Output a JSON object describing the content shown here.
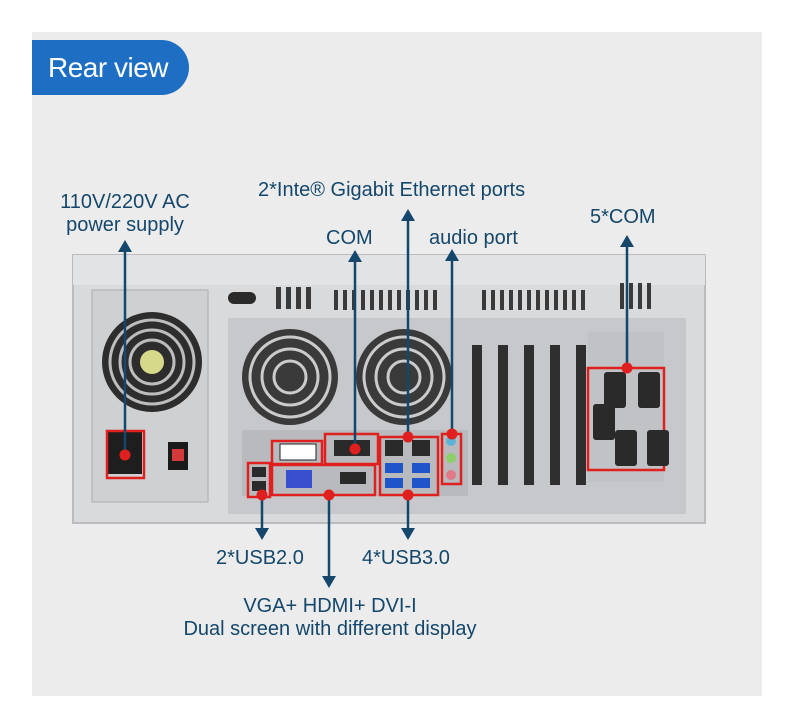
{
  "header": {
    "title": "Rear view"
  },
  "callouts": {
    "power": [
      "110V/220V AC",
      "power supply"
    ],
    "ethernet": "2*Inte® Gigabit Ethernet ports",
    "com": "COM",
    "audio": "audio port",
    "com5": "5*COM",
    "usb2": "2*USB2.0",
    "usb3": "4*USB3.0",
    "display": [
      "VGA+ HDMI+ DVI-I",
      "Dual screen with different display"
    ]
  },
  "colors": {
    "accent": "#1e6fc4",
    "callout_text": "#14476b",
    "marker": "#e0201e",
    "arrow": "#14476b"
  }
}
